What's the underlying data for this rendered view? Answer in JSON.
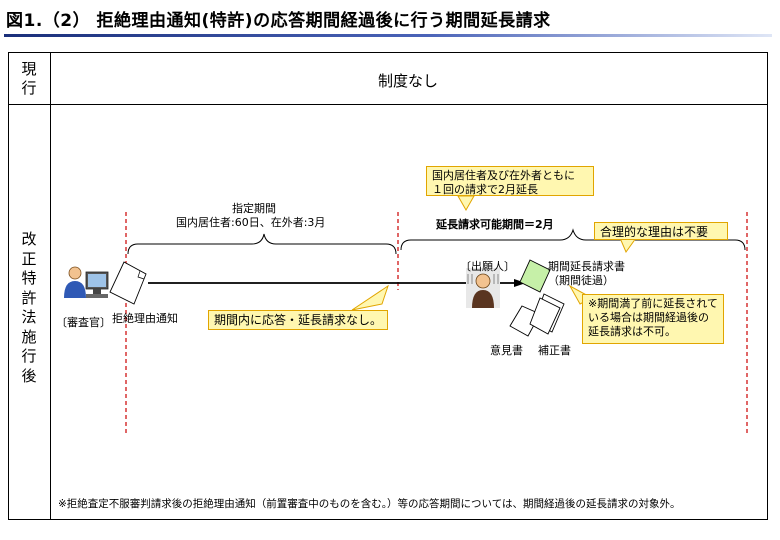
{
  "title": "図1.（2） 拒絶理由通知(特許)の応答期間経過後に行う期間延長請求",
  "rows": {
    "current_label": "現\n行",
    "current_content": "制度なし",
    "revised_label": "改\n正\n特\n許\n法\n施\n行\n後"
  },
  "diagram": {
    "designated_period_title": "指定期間",
    "designated_period_detail": "国内居住者:60日、在外者:3月",
    "extension_period_label": "延長請求可能期間＝2月",
    "examiner_label": "〔審査官〕",
    "notice_label": "拒絶理由通知",
    "applicant_label": "〔出願人〕",
    "request_label_1": "期間延長請求書",
    "request_label_2": "（期間徒過）",
    "opinion_label": "意見書",
    "amendment_label": "補正書",
    "callout_top": "国内居住者及び在外者ともに\n１回の請求で2月延長",
    "callout_reason": "合理的な理由は不要",
    "callout_within_period": "期間内に応答・延長請求なし。",
    "callout_note": "※期間満了前に延長されている場合は期間経過後の延長請求は不可。"
  },
  "footnote": "※拒絶査定不服審判請求後の拒絶理由通知（前置審査中のものを含む。）等の応答期間については、期間経過後の延長請求の対象外。",
  "colors": {
    "title_bar": "#1a2f7a",
    "callout_fill": "#fff7b0",
    "callout_border": "#e1a500",
    "dashed_line": "#cc0000",
    "doc_green": "#c6f0a8"
  }
}
